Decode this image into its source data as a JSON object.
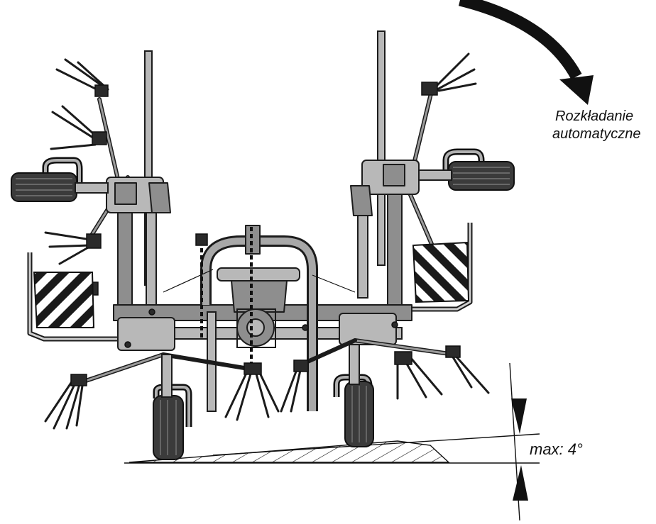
{
  "annotations": {
    "deploy_label_line1": "Rozkładanie",
    "deploy_label_line2": "automatyczne",
    "slope_label": "max: 4°"
  },
  "colors": {
    "ink": "#111111",
    "metal": "#8e8e8e",
    "tire": "#3b3b3b",
    "background": "#ffffff"
  },
  "icons": {
    "rotation_arrow": "curved-arrow-icon"
  }
}
